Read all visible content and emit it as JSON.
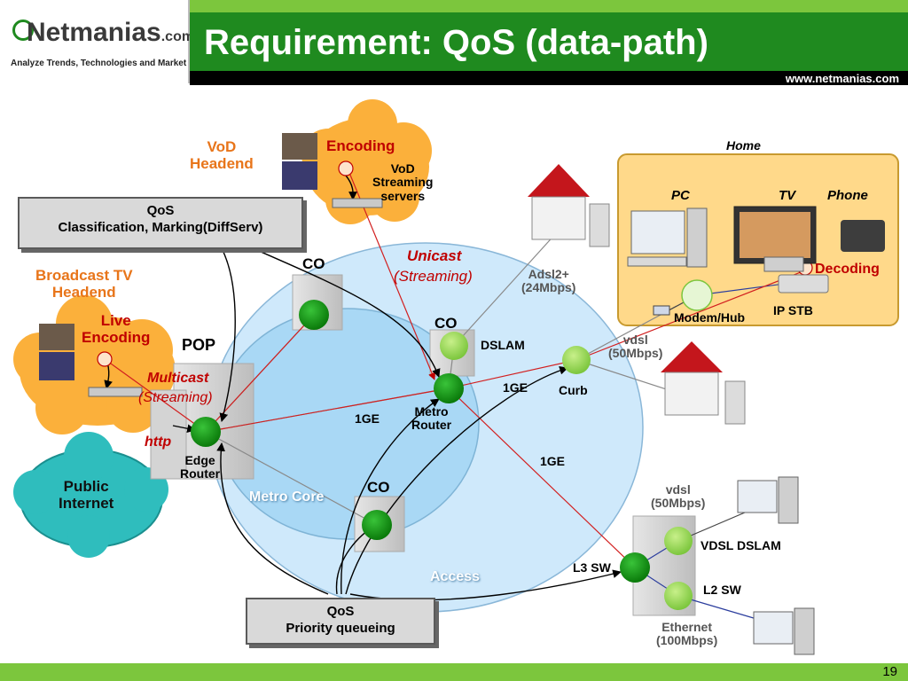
{
  "header": {
    "logo_brand": "Netmanias",
    "logo_suffix": ".com",
    "logo_tagline": "Analyze Trends, Technologies and Market",
    "title": "Requirement: QoS (data-path)",
    "url": "www.netmanias.com"
  },
  "footer": {
    "page_number": "19"
  },
  "colors": {
    "header_green": "#1f8a1f",
    "accent_green": "#7cc63d",
    "orange_label": "#e8751a",
    "red_label": "#c00000",
    "node_green": "#129d12"
  },
  "left": {
    "vod_headend": [
      "VoD",
      "Headend"
    ],
    "qos_classification": [
      "QoS",
      "Classification, Marking(DiffServ)"
    ],
    "broadcast_headend": [
      "Broadcast TV",
      "Headend"
    ],
    "live_encoding": [
      "Live",
      "Encoding"
    ],
    "pop": "POP",
    "multicast": "Multicast",
    "multicast_sub": "(Streaming)",
    "http": "http",
    "public_internet": [
      "Public",
      "Internet"
    ],
    "edge_router": [
      "Edge",
      "Router"
    ]
  },
  "vod_cloud": {
    "encoding": "Encoding",
    "servers": [
      "VoD",
      "Streaming",
      "servers"
    ]
  },
  "metro": {
    "co_top": "CO",
    "co_mid": "CO",
    "co_bottom": "CO",
    "unicast": "Unicast",
    "unicast_sub": "(Streaming)",
    "dslam": "DSLAM",
    "metro_router": [
      "Metro",
      "Router"
    ],
    "link_1ge_left": "1GE",
    "link_1ge_right": "1GE",
    "link_1ge_bottom": "1GE",
    "metro_core": "Metro Core",
    "access": "Access",
    "curb": "Curb"
  },
  "home": {
    "title": "Home",
    "pc": "PC",
    "tv": "TV",
    "phone": "Phone",
    "decoding": "Decoding",
    "modem_hub": "Modem/Hub",
    "ip_stb": "IP STB"
  },
  "links": {
    "adsl2": [
      "Adsl2+",
      "(24Mbps)"
    ],
    "vdsl_top": [
      "vdsl",
      "(50Mbps)"
    ],
    "vdsl_bottom": [
      "vdsl",
      "(50Mbps)"
    ],
    "ethernet": [
      "Ethernet",
      "(100Mbps)"
    ]
  },
  "access_nodes": {
    "vdsl_dslam": "VDSL DSLAM",
    "l3_sw": "L3 SW",
    "l2_sw": "L2 SW"
  },
  "qos_priority": [
    "QoS",
    "Priority queueing"
  ]
}
